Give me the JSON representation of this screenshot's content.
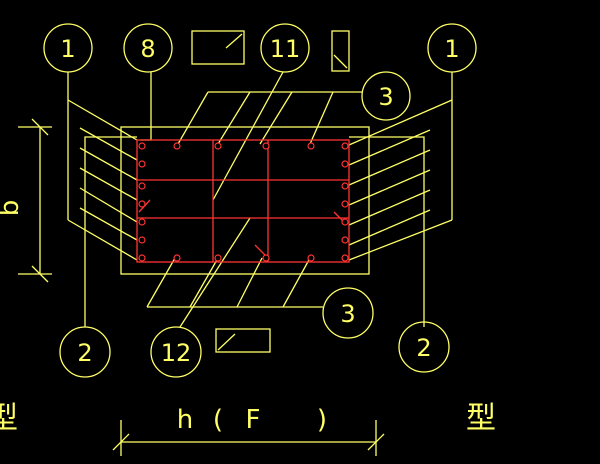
{
  "colors": {
    "background": "#000000",
    "line": "#ffff66",
    "rebar": "#ff3333"
  },
  "bubbles": {
    "top_left": "1",
    "top_2": "8",
    "top_3": "11",
    "top_right": "1",
    "right_top": "3",
    "right_bottom": "3",
    "bottom_left": "2",
    "bottom_mid": "12",
    "bottom_right": "2"
  },
  "dimensions": {
    "b_label": "b",
    "h_label": "h",
    "paren_open": "(",
    "f_label": "F",
    "paren_close": ")"
  },
  "side_labels": {
    "left": "型",
    "right": "型"
  }
}
